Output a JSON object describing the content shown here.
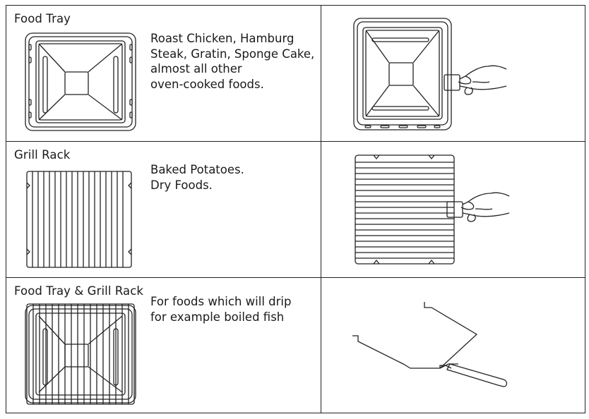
{
  "rows": [
    {
      "title": "Food Tray",
      "description": "Roast Chicken, Hamburg\nSteak, Gratin, Sponge Cake,\nalmost all other\noven-cooked foods.",
      "illustration_left": "food-tray-icon",
      "illustration_right": "hand-holding-food-tray-icon"
    },
    {
      "title": "Grill Rack",
      "description": "Baked Potatoes.\nDry Foods.",
      "illustration_left": "grill-rack-icon",
      "illustration_right": "hand-holding-grill-rack-icon"
    },
    {
      "title": "Food Tray & Grill Rack",
      "description": "For foods which will drip\nfor example boiled fish",
      "illustration_left": "tray-and-rack-icon",
      "illustration_right": "tray-with-rack-side-view-icon"
    }
  ]
}
